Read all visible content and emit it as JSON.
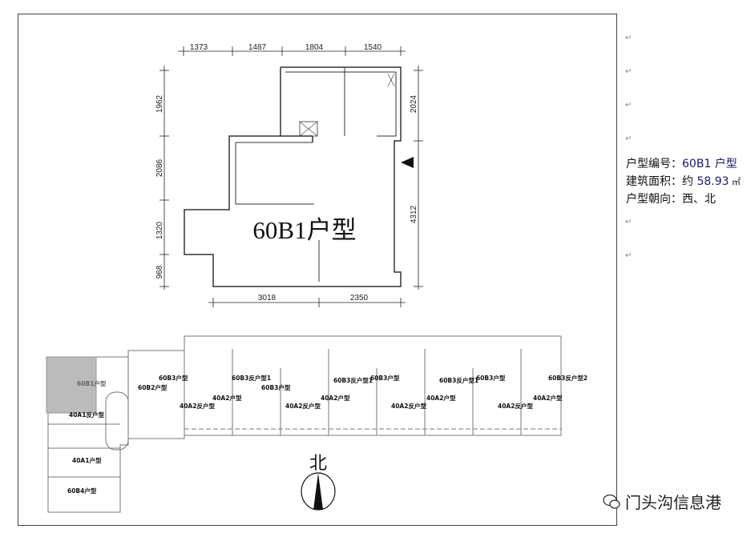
{
  "floorplan": {
    "title": "60B1户型",
    "dims_top": [
      "1373",
      "1487",
      "1804",
      "1540"
    ],
    "dims_left": [
      "1962",
      "2086",
      "1320",
      "968"
    ],
    "dims_right": [
      "2024",
      "4312"
    ],
    "dims_bottom": [
      "3018",
      "2350"
    ]
  },
  "building": {
    "north_label": "北",
    "units": [
      "60B1户型",
      "60B2户型",
      "60B3户型",
      "60B3反户型1",
      "60B3户型",
      "60B3反户型1",
      "60B3户型",
      "60B3反户型1",
      "60B3户型",
      "60B3反户型2",
      "40A2反户型",
      "40A2户型",
      "40A2反户型",
      "40A2户型",
      "40A2反户型",
      "40A2户型",
      "40A2反户型",
      "40A2户型",
      "40A1反户型",
      "40A1户型",
      "60B4户型"
    ]
  },
  "info": {
    "lines": [
      {
        "label": "户型编号：",
        "value": "60B1 户型"
      },
      {
        "label": "建筑面积：约 ",
        "value": "58.93",
        "unit": " ㎡"
      },
      {
        "label": "户型朝向：",
        "value": "西、北"
      }
    ],
    "return_mark": "↵"
  },
  "watermark": {
    "text": "门头沟信息港",
    "icon": "wechat-icon"
  }
}
